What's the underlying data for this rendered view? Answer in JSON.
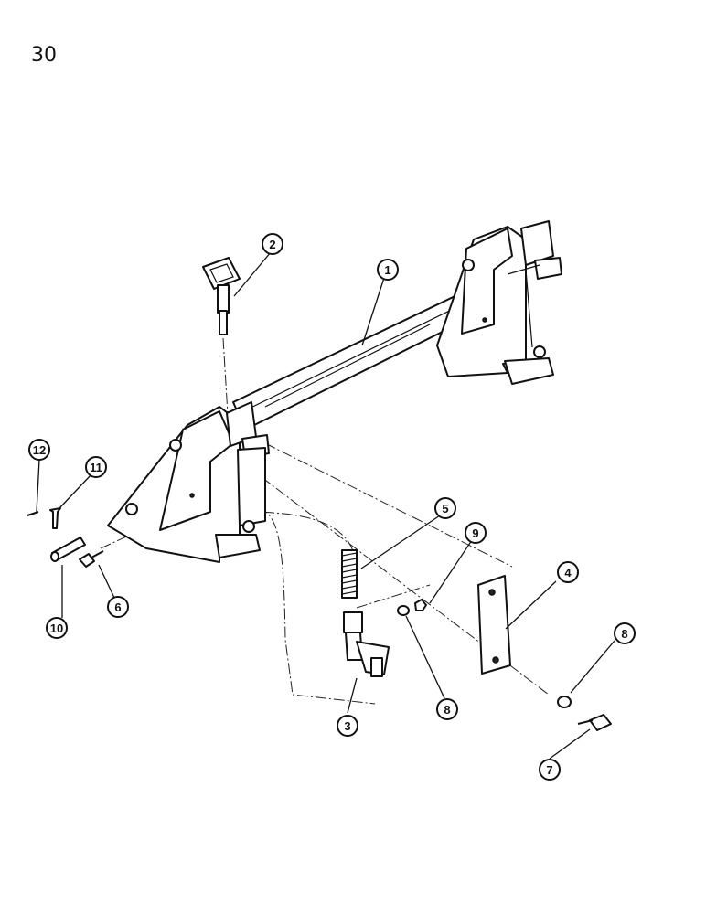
{
  "page": {
    "number": "30"
  },
  "callouts": [
    {
      "id": "c1",
      "label": "1",
      "part": "quick-attach-frame"
    },
    {
      "id": "c2",
      "label": "2",
      "part": "lock-pin-handle"
    },
    {
      "id": "c3",
      "label": "3",
      "part": "latch-pin"
    },
    {
      "id": "c4",
      "label": "4",
      "part": "cover-plate"
    },
    {
      "id": "c5",
      "label": "5",
      "part": "spring"
    },
    {
      "id": "c6",
      "label": "6",
      "part": "bolt"
    },
    {
      "id": "c7",
      "label": "7",
      "part": "bolt"
    },
    {
      "id": "c8a",
      "label": "8",
      "part": "washer"
    },
    {
      "id": "c8b",
      "label": "8",
      "part": "washer"
    },
    {
      "id": "c9",
      "label": "9",
      "part": "nut"
    },
    {
      "id": "c10",
      "label": "10",
      "part": "pivot-pin"
    },
    {
      "id": "c11",
      "label": "11",
      "part": "retaining-pin"
    },
    {
      "id": "c12",
      "label": "12",
      "part": "cotter-pin"
    }
  ]
}
